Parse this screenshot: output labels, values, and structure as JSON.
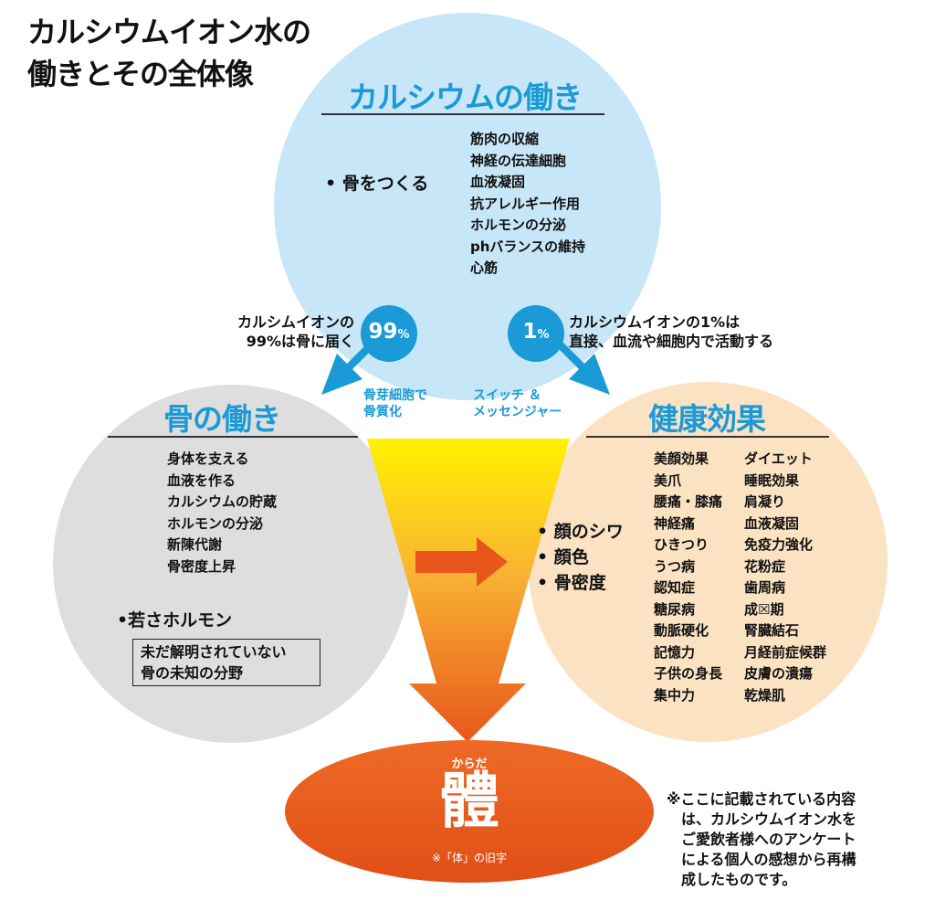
{
  "title": [
    "カルシウムイオン水の",
    "働きとその全体像"
  ],
  "calcium": {
    "heading": "カルシウムの働き",
    "bullet": "• 骨をつくる",
    "items": [
      "筋肉の収縮",
      "神経の伝達細胞",
      "血液凝固",
      "抗アレルギー作用",
      "ホルモンの分泌",
      "phバランスの維持",
      "心筋"
    ]
  },
  "left_path": {
    "label": [
      "カルシムイオンの",
      "99%は骨に届く"
    ],
    "badge_num": "99",
    "badge_unit": "%",
    "sub": [
      "骨芽細胞で",
      "骨質化"
    ]
  },
  "right_path": {
    "label": [
      "カルシウムイオンの1%は",
      "直接、血流や細胞内で活動する"
    ],
    "badge_num": "1",
    "badge_unit": "%",
    "sub": [
      "スイッチ ＆",
      "メッセンジャー"
    ]
  },
  "bone": {
    "heading": "骨の働き",
    "items": [
      "身体を支える",
      "血液を作る",
      "カルシウムの貯蔵",
      "ホルモンの分泌",
      "新陳代謝",
      "骨密度上昇"
    ],
    "hormone_bullet": "•若さホルモン",
    "box": [
      "未だ解明されていない",
      "骨の未知の分野"
    ]
  },
  "health": {
    "heading": "健康効果",
    "bullets": [
      "• 顔のシワ",
      "• 顔色",
      "• 骨密度"
    ],
    "col1": [
      "美顔効果",
      "美爪",
      "腰痛・膝痛",
      "神経痛",
      "ひきつり",
      "うつ病",
      "認知症",
      "糖尿病",
      "動脈硬化",
      "記憶力",
      "子供の身長",
      "集中力"
    ],
    "col2": [
      "ダイエット",
      "睡眠効果",
      "肩凝り",
      "血液凝固",
      "免疫力強化",
      "花粉症",
      "歯周病",
      "成☒期",
      "腎臓結石",
      "月経前症候群",
      "皮膚の潰瘍",
      "乾燥肌"
    ]
  },
  "body": {
    "ruby": "からだ",
    "kanji": "體",
    "note": "※「体」の旧字"
  },
  "footnote": [
    "※ここに記載されている内容",
    "は、カルシウムイオン水を",
    "ご愛飲者様へのアンケート",
    "による個人の感想から再構",
    "成したものです。"
  ],
  "colors": {
    "calcium_circle": "#c7e6f8",
    "bone_circle": "#dedede",
    "health_circle": "#fbe2c3",
    "accent_blue": "#1a9ad6",
    "body_ellipse": "#e8561c",
    "arrow_orange": "#e8561c"
  }
}
